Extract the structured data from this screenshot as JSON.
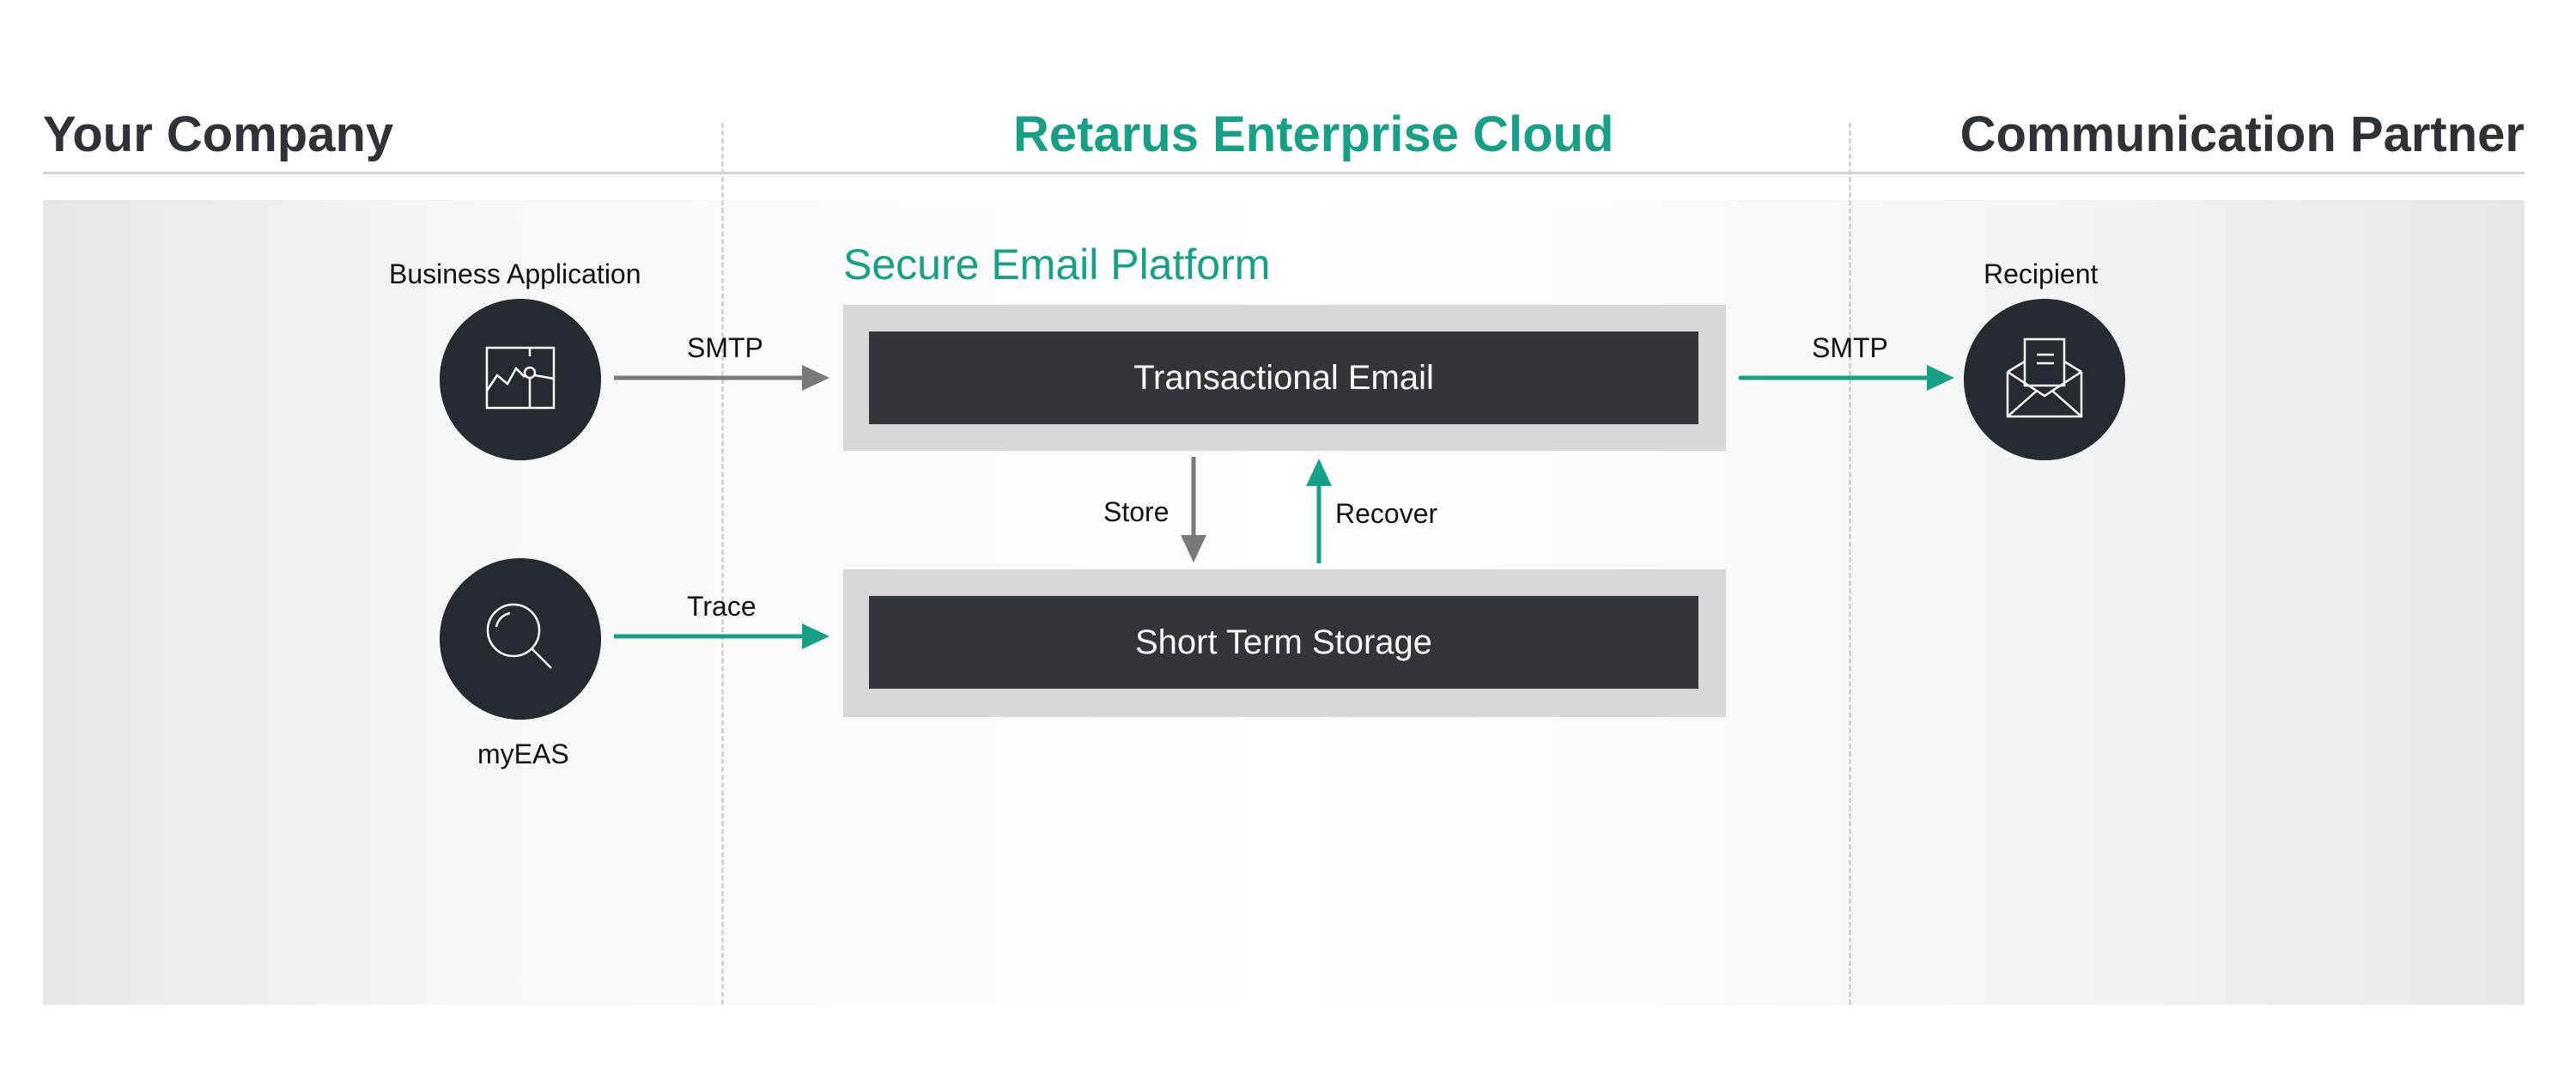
{
  "headers": {
    "left": "Your Company",
    "center": "Retarus Enterprise Cloud",
    "right": "Communication Partner"
  },
  "platform": {
    "title": "Secure Email Platform",
    "transactional_email": "Transactional Email",
    "short_term_storage": "Short Term Storage"
  },
  "nodes": {
    "business_application": "Business Application",
    "myeas": "myEAS",
    "recipient": "Recipient"
  },
  "arrows": {
    "smtp_in": "SMTP",
    "trace": "Trace",
    "smtp_out": "SMTP",
    "store": "Store",
    "recover": "Recover"
  },
  "colors": {
    "accent_teal": "#16a085",
    "dark": "#262b31",
    "gray_arrow": "#7a7a7a",
    "box_fill": "#32363b",
    "box_frame": "#d8d8d8"
  },
  "icons": {
    "business_application": "chart-document-icon",
    "myeas": "magnifier-icon",
    "recipient": "envelope-letter-icon"
  }
}
